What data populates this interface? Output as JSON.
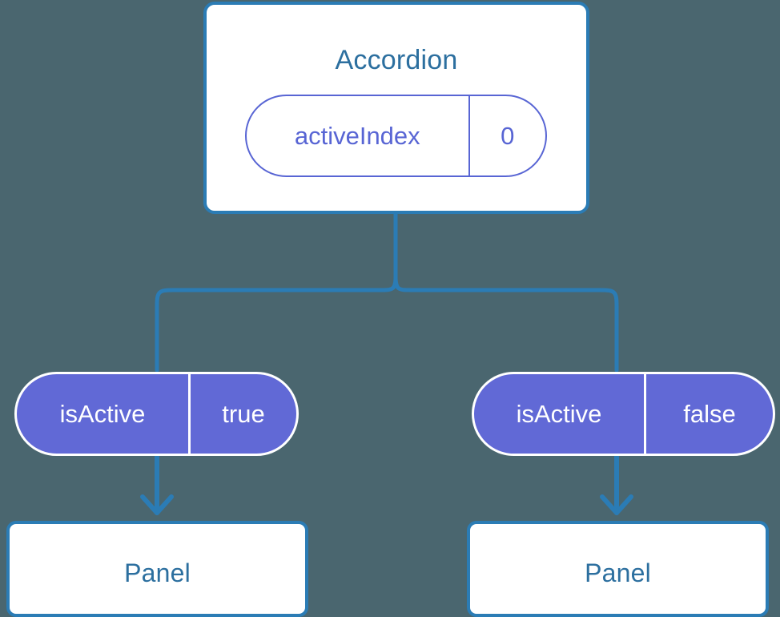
{
  "diagram": {
    "title_text": "Accordion",
    "background_color": "#4a666f",
    "accent_blue": "#2b7cb5",
    "accent_indigo": "#6169d6",
    "root": {
      "label": "Accordion",
      "state": {
        "key": "activeIndex",
        "value": "0"
      }
    },
    "branches": [
      {
        "side": "left",
        "state": {
          "key": "isActive",
          "value": "true"
        },
        "child": {
          "label": "Panel"
        },
        "arrow_icon": "arrow-down-icon"
      },
      {
        "side": "right",
        "state": {
          "key": "isActive",
          "value": "false"
        },
        "child": {
          "label": "Panel"
        },
        "arrow_icon": "arrow-down-icon"
      }
    ]
  }
}
